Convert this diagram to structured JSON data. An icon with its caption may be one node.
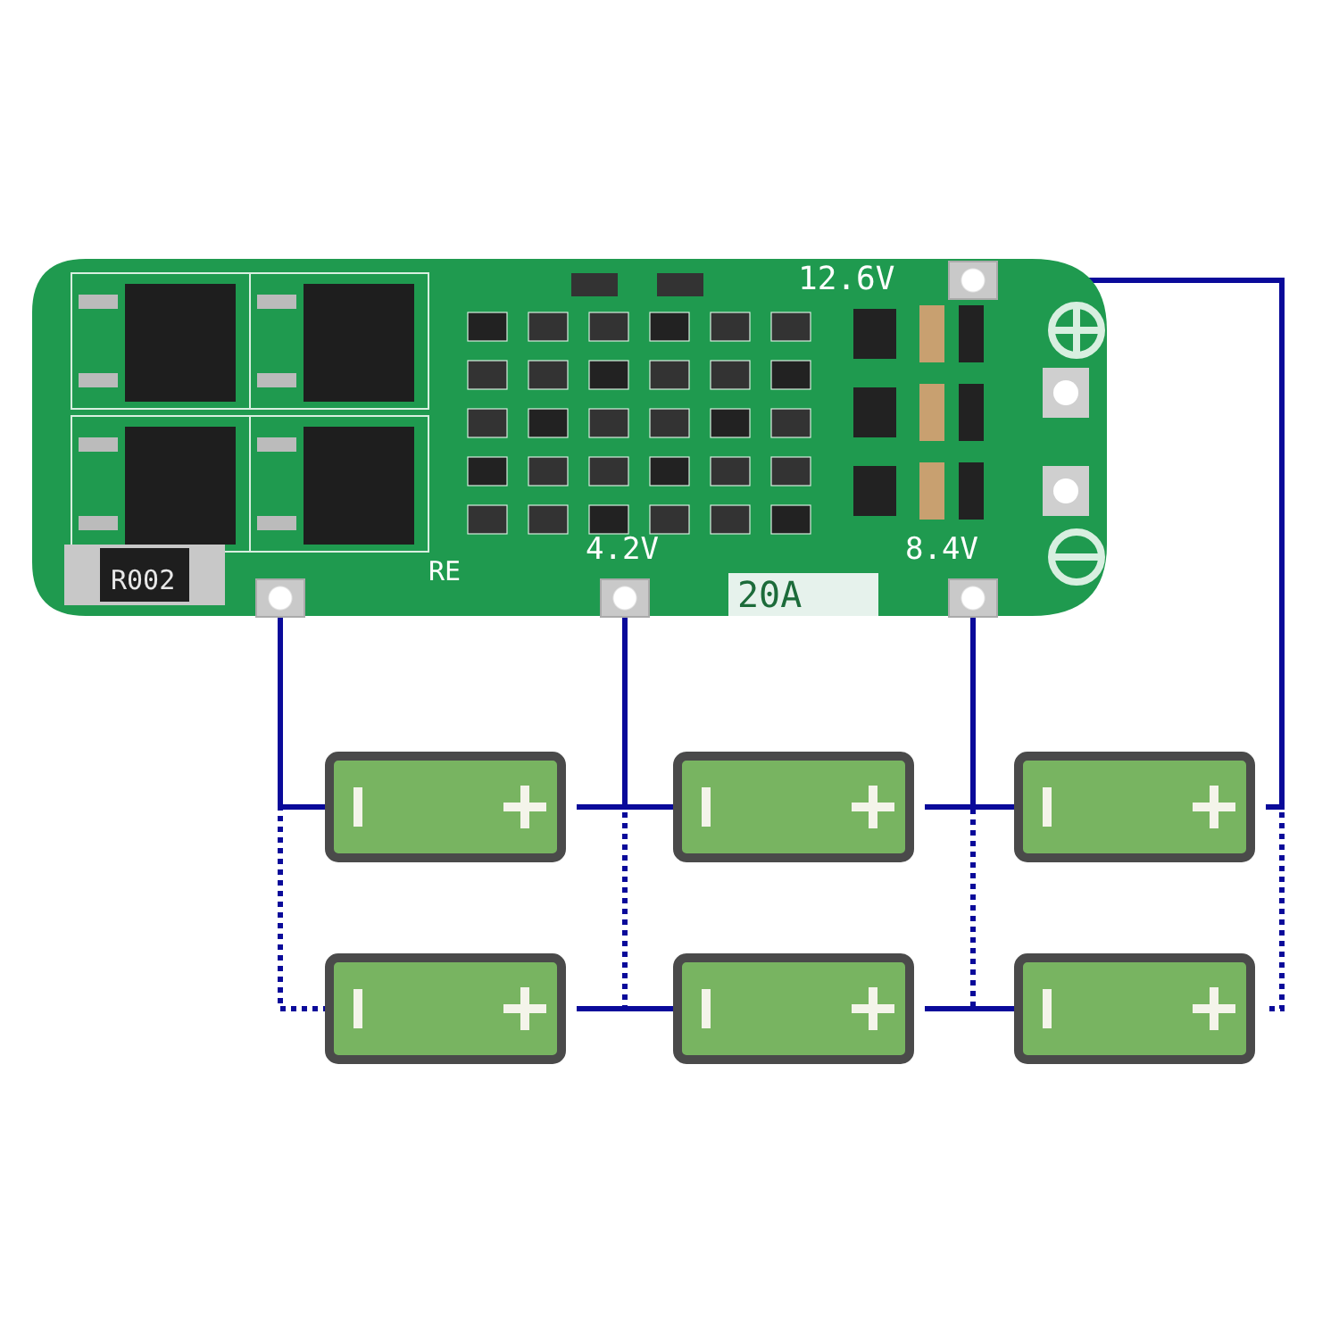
{
  "diagram": {
    "nodes": [
      {
        "text": [],
        "shape": "picture"
      },
      {
        "text": [],
        "shape": "box",
        "in": 0
      },
      {
        "text": [],
        "shape": "box",
        "in": 0,
        "beside": [
          "4.2V"
        ]
      },
      {
        "text": [],
        "shape": "box",
        "in": 0,
        "beside": [
          "8.4V"
        ]
      },
      {
        "text": [],
        "shape": "box",
        "in": 0,
        "beside": [
          "12.6V"
        ]
      },
      {
        "text": [],
        "shape": "battery"
      },
      {
        "text": [],
        "shape": "battery"
      },
      {
        "text": [],
        "shape": "battery"
      },
      {
        "text": [],
        "shape": "battery"
      },
      {
        "text": [],
        "shape": "battery"
      },
      {
        "text": [],
        "shape": "battery"
      }
    ],
    "edges": [
      {
        "from": 1,
        "to": 5,
        "arrow": "none"
      },
      {
        "from": 5,
        "to": 6,
        "arrow": "none"
      },
      {
        "from": 2,
        "to": 6,
        "arrow": "none"
      },
      {
        "from": 6,
        "to": 7,
        "arrow": "none"
      },
      {
        "from": 3,
        "to": 7,
        "arrow": "none"
      },
      {
        "from": 4,
        "to": 7,
        "arrow": "none"
      },
      {
        "from": 8,
        "to": 9,
        "arrow": "none"
      },
      {
        "from": 9,
        "to": 10,
        "arrow": "none"
      },
      {
        "from": 5,
        "to": 8,
        "arrow": "none",
        "style": "dashed"
      },
      {
        "from": 6,
        "to": 9,
        "arrow": "none",
        "style": "dashed"
      },
      {
        "from": 7,
        "to": 10,
        "arrow": "none",
        "style": "dashed"
      },
      {
        "from": 7,
        "to": 10,
        "arrow": "none",
        "style": "dashed"
      }
    ],
    "labels": [
      "R002",
      "RE",
      "20A"
    ]
  }
}
